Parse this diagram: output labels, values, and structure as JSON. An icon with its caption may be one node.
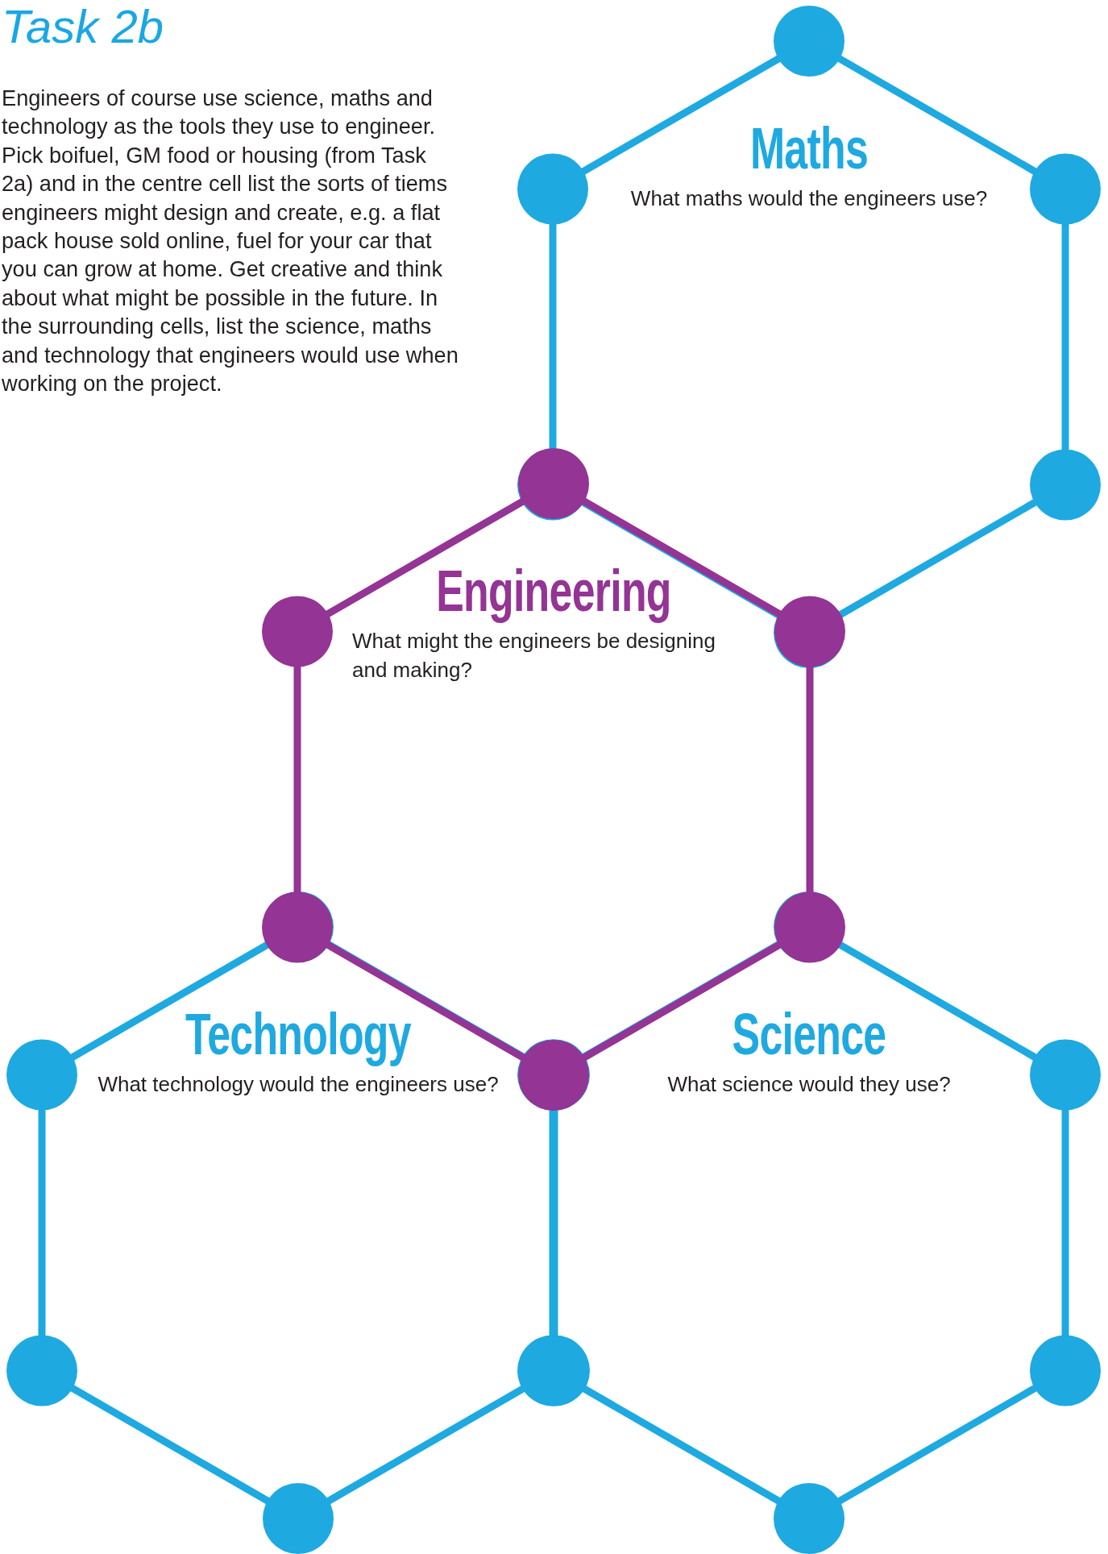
{
  "diagram": {
    "title": "Task 2b",
    "nodes": [
      {
        "text": [
          "Maths",
          "What maths would the engineers use?"
        ]
      },
      {
        "text": [
          "Engineering",
          "What might the engineers be designing and making?"
        ]
      },
      {
        "text": [
          "Technology",
          "What technology would the engineers use?"
        ]
      },
      {
        "text": [
          "Science",
          "What science would they use?"
        ]
      }
    ],
    "labels": [
      "Engineers of course use science, maths and technology as the tools they use to engineer. Pick boifuel, GM food or housing (from Task 2a) and in the centre cell list the sorts of tiems engineers might design and create, e.g. a flat pack house sold online, fuel for your car that you can grow at home. Get creative and think about what might be possible in the future. In the surrounding cells, list the science, maths and technology that engineers would use when working on the project."
    ]
  }
}
